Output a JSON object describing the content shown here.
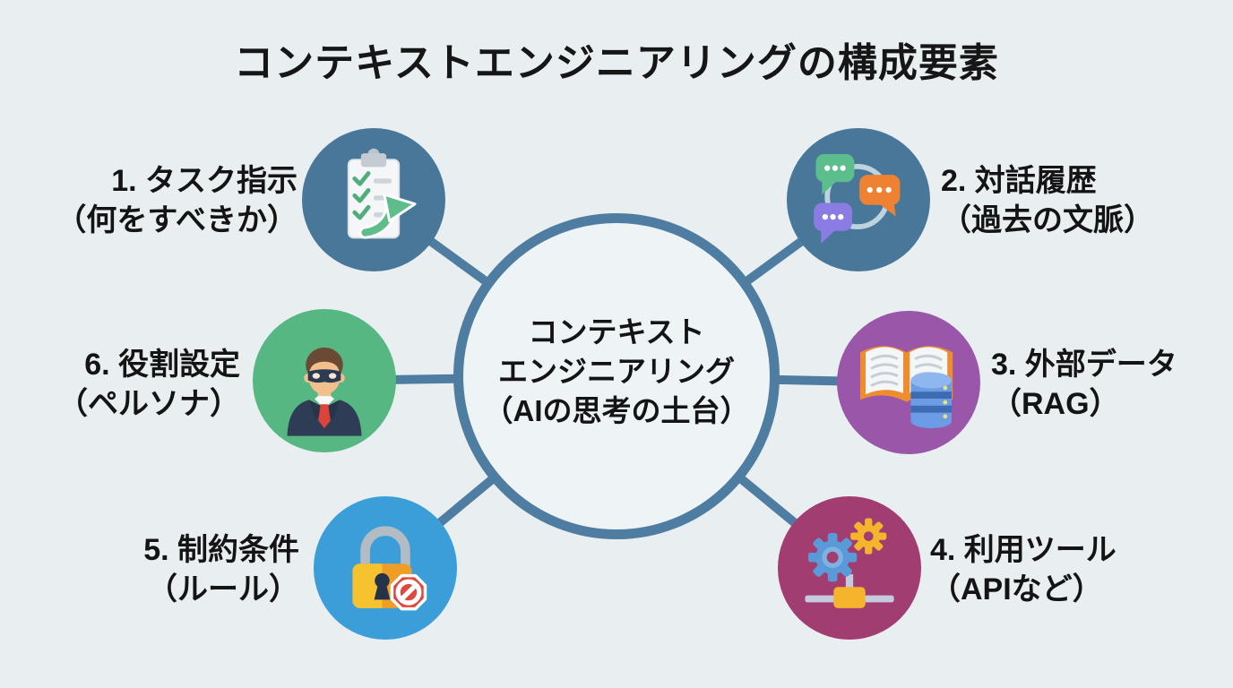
{
  "title": "コンテキストエンジニアリングの構成要素",
  "center": {
    "line1": "コンテキスト",
    "line2": "エンジニアリング",
    "line3": "（AIの思考の土台）"
  },
  "nodes": {
    "task": {
      "line1": "1. タスク指示",
      "line2": "（何をすべきか）",
      "icon": "clipboard-checklist-icon",
      "color": "#48779a"
    },
    "history": {
      "line1": "2. 対話履歴",
      "line2": "（過去の文脈）",
      "icon": "chat-bubbles-icon",
      "color": "#48779a"
    },
    "external": {
      "line1": "3. 外部データ",
      "line2": "（RAG）",
      "icon": "book-database-icon",
      "color": "#9a57a9"
    },
    "tools": {
      "line1": "4. 利用ツール",
      "line2": "（APIなど）",
      "icon": "gears-network-icon",
      "color": "#a23d71"
    },
    "constraints": {
      "line1": "5. 制約条件",
      "line2": "（ルール）",
      "icon": "lock-prohibition-icon",
      "color": "#3c9ed9"
    },
    "role": {
      "line1": "6. 役割設定",
      "line2": "（ペルソナ）",
      "icon": "masked-person-icon",
      "color": "#57b783"
    }
  },
  "colors": {
    "background": "#e9eff1",
    "connector": "#4e7da1",
    "center_ring": "#4e7da1",
    "center_fill": "#eef4f6",
    "text": "#141414"
  }
}
